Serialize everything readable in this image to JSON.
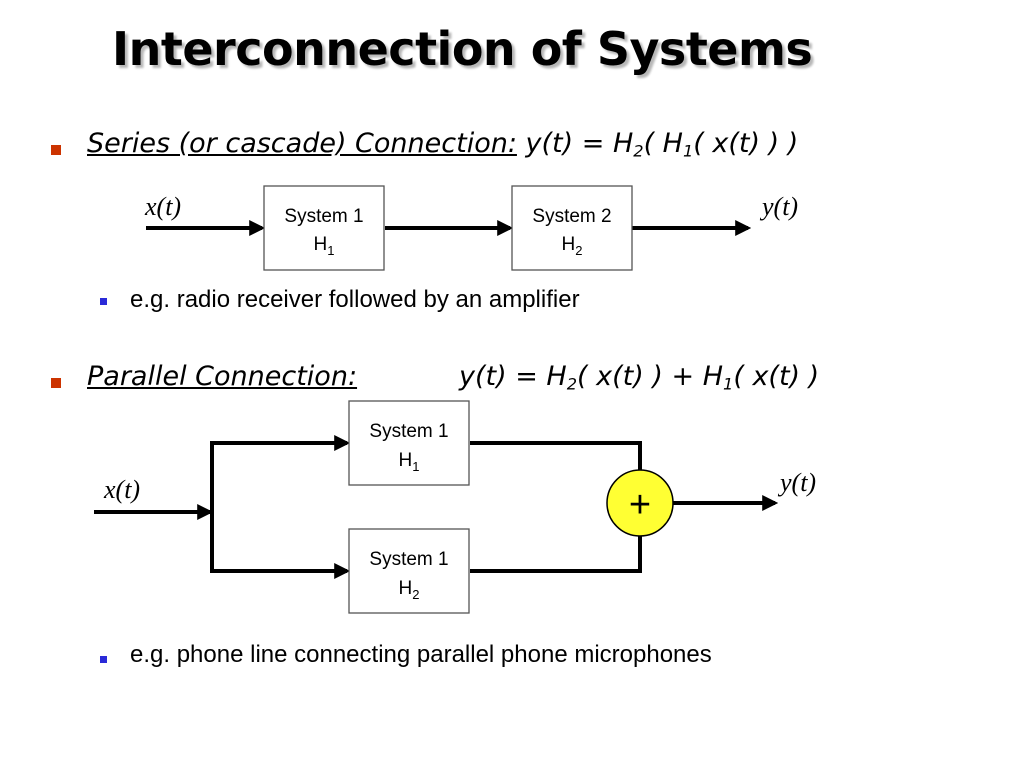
{
  "slide": {
    "title": "Interconnection of Systems",
    "series": {
      "label": "Series (or cascade) Connection:",
      "eq": {
        "a": " y(t) = H",
        "s1": "2",
        "b": "( H",
        "s2": "1",
        "c": "( x(t) ) )"
      },
      "example": "e.g. radio receiver followed by an amplifier",
      "diagram": {
        "input": "x(t)",
        "output": "y(t)",
        "box1": {
          "name": "System 1",
          "sym": "H",
          "sub": "1"
        },
        "box2": {
          "name": "System 2",
          "sym": "H",
          "sub": "2"
        }
      }
    },
    "parallel": {
      "label": "Parallel Connection:",
      "eq": {
        "a": "y(t) = H",
        "s1": "2",
        "b": "( x(t) ) + H",
        "s2": "1",
        "c": "( x(t) )"
      },
      "example": "e.g. phone line connecting parallel phone microphones",
      "diagram": {
        "input": "x(t)",
        "output": "y(t)",
        "top": {
          "name": "System 1",
          "sym": "H",
          "sub": "1"
        },
        "bottom": {
          "name": "System 1",
          "sym": "H",
          "sub": "2"
        },
        "adder": "+"
      }
    }
  },
  "colors": {
    "bullet": "#cc3300",
    "subbullet": "#2a2ad8",
    "adder_fill": "#ffff33"
  }
}
